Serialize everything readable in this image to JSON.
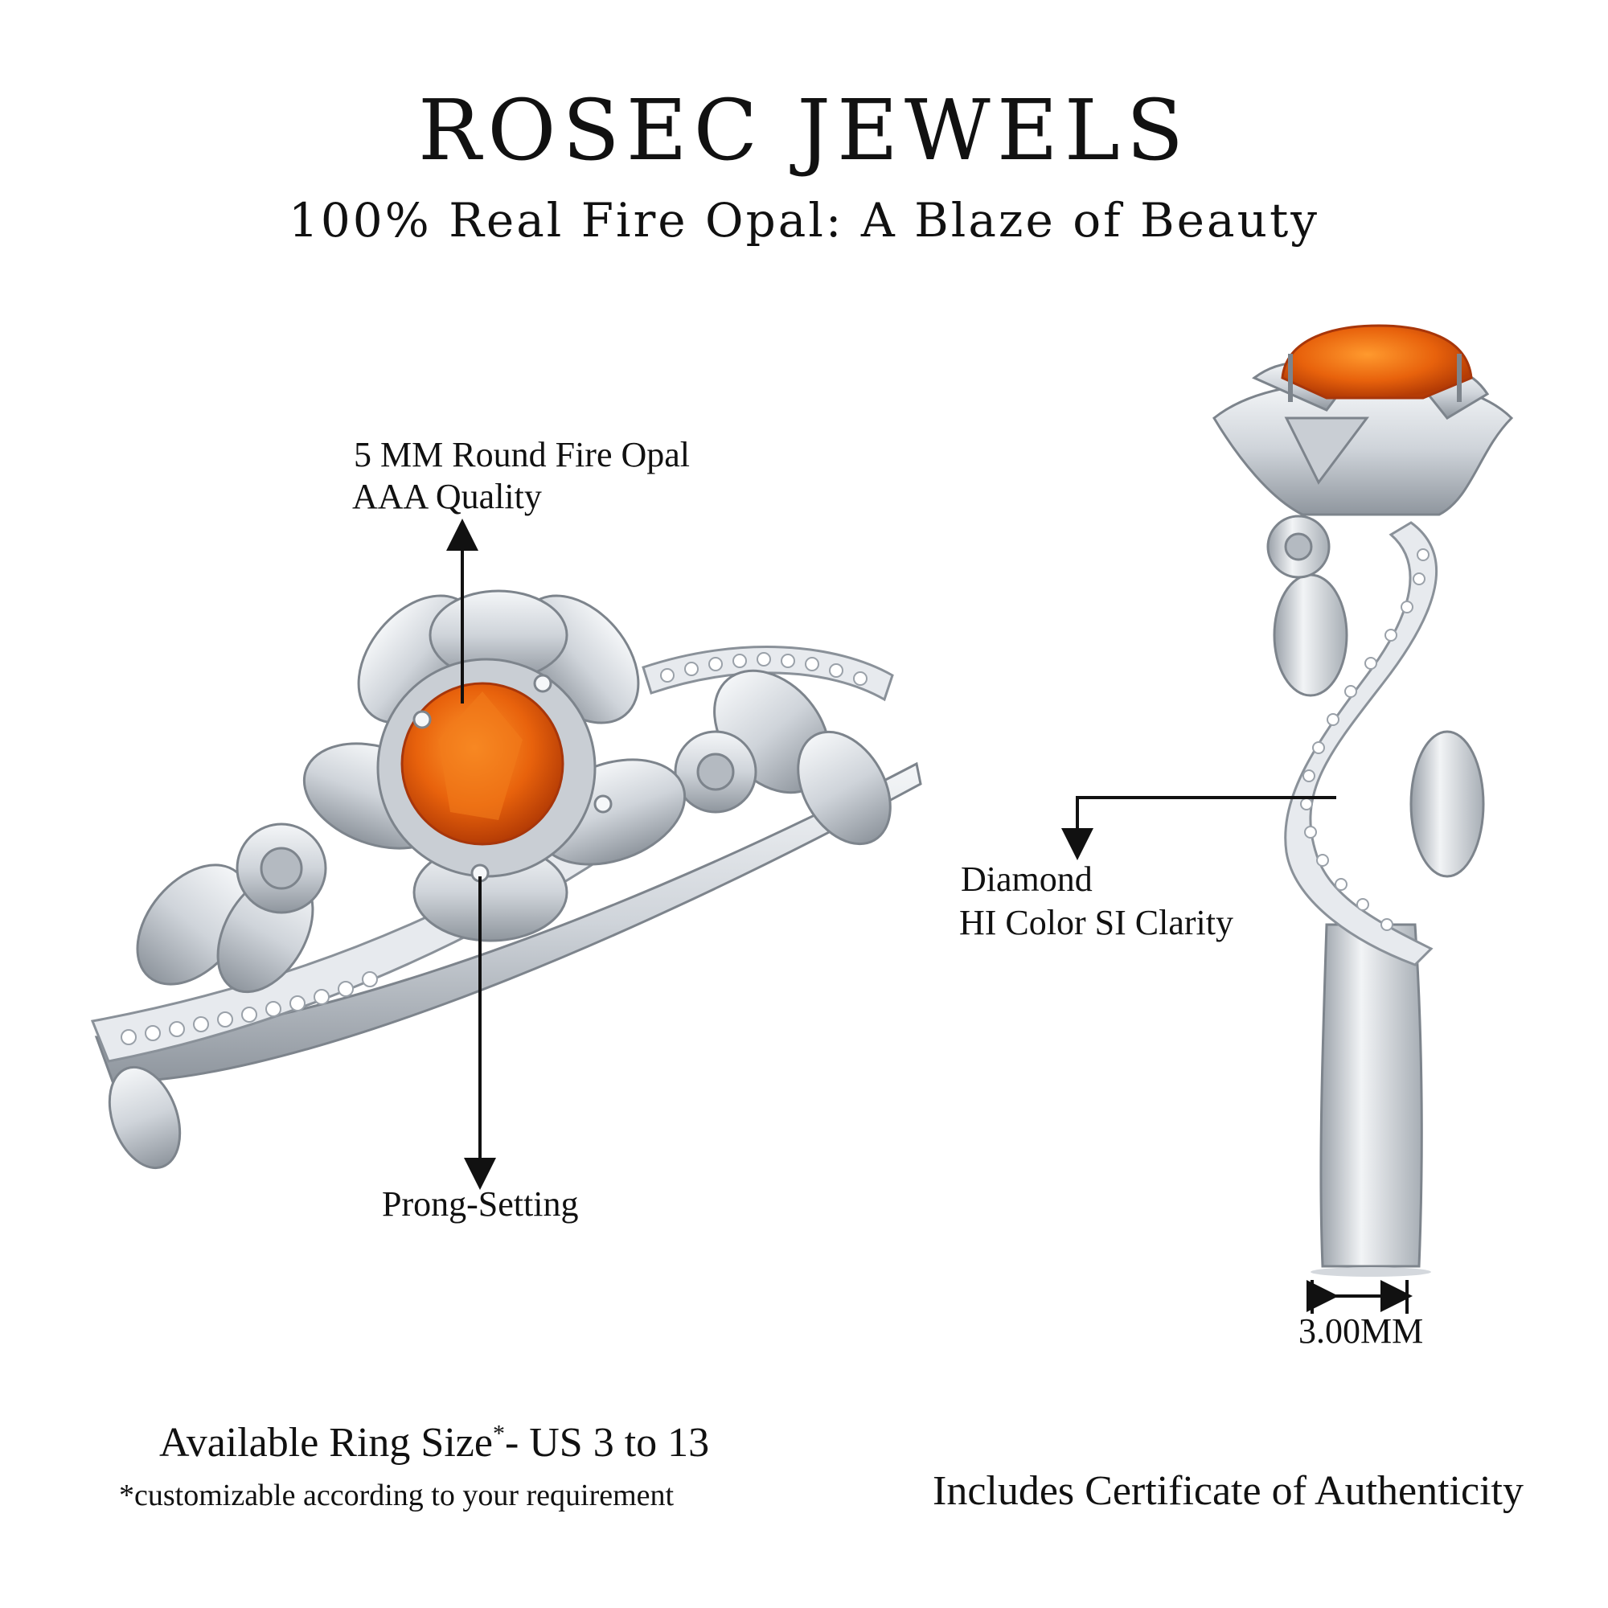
{
  "header": {
    "brand": "ROSEC JEWELS",
    "tagline": "100% Real Fire Opal: A Blaze of Beauty"
  },
  "callouts": {
    "stone_line1": "5 MM Round Fire Opal",
    "stone_line2": "AAA Quality",
    "setting": "Prong-Setting",
    "diamond_line1": "Diamond",
    "diamond_line2": "HI Color SI Clarity",
    "width": "3.00MM"
  },
  "footer": {
    "ring_size_prefix": "Available Ring Size",
    "ring_size_mark": "*",
    "ring_size_suffix": "- US 3 to 13",
    "ring_size_note": "*customizable according to your requirement",
    "certificate": "Includes Certificate of Authenticity"
  },
  "colors": {
    "metal": "#d9dde2",
    "metal_shadow": "#9aa1a9",
    "opal": "#e8620c",
    "opal_dark": "#b53c05",
    "text": "#111111"
  }
}
